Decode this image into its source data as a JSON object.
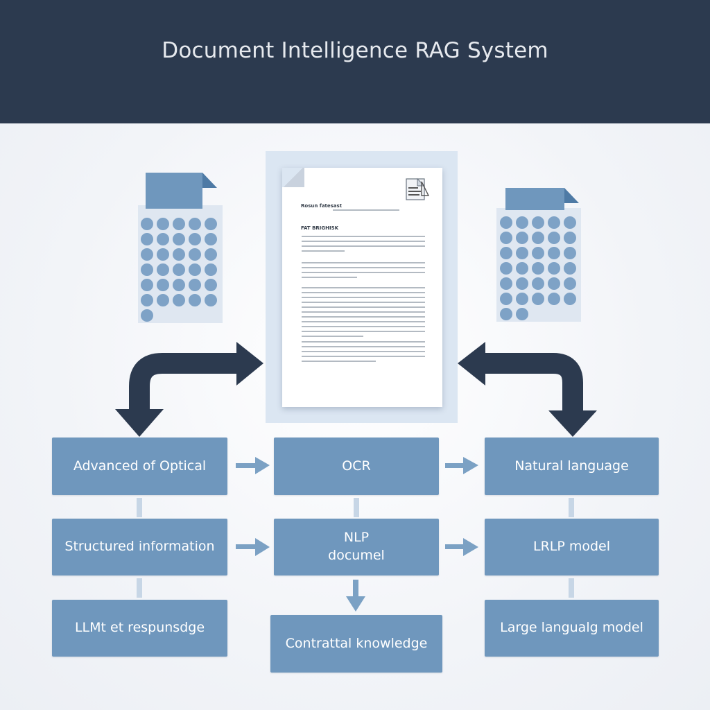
{
  "header": {
    "title": "Document Intelligence RAG System"
  },
  "document": {
    "heading": "Rosun fatesast",
    "subheading": "FAT BRIGHISK"
  },
  "boxes": {
    "advanced_optical": "Advanced of Optical",
    "ocr": "OCR",
    "natural_language": "Natural language",
    "structured_information": "Structured information",
    "nlp_line1": "NLP",
    "nlp_line2": "documel",
    "lrlp_model": "LRLP model",
    "llm_response": "LLMt et respunsdge",
    "contextual_knowledge": "Contrattal knowledge",
    "large_language_model": "Large langualg model"
  },
  "colors": {
    "header_bg": "#2c3a4f",
    "box_fill": "#6f97bd",
    "arrow_dark": "#2c3a4f",
    "arrow_light": "#7ba1c4"
  }
}
